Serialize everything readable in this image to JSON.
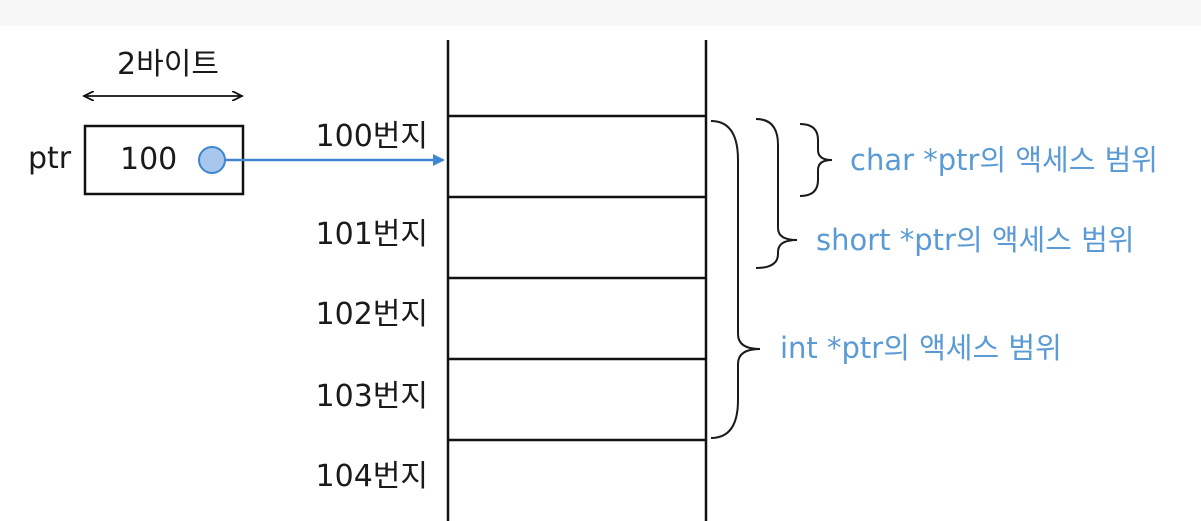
{
  "pointer": {
    "name": "ptr",
    "value": "100",
    "size_label": "2바이트"
  },
  "addresses": [
    "100번지",
    "101번지",
    "102번지",
    "103번지",
    "104번지"
  ],
  "ranges": [
    {
      "label": "char *ptr의 액세스 범위"
    },
    {
      "label": "short *ptr의 액세스 범위"
    },
    {
      "label": "int *ptr의 액세스 범위"
    }
  ],
  "colors": {
    "accent": "#5b9bd5",
    "arrow": "#3f86d0",
    "dot_fill": "#a7c8ec",
    "line": "#111111"
  }
}
